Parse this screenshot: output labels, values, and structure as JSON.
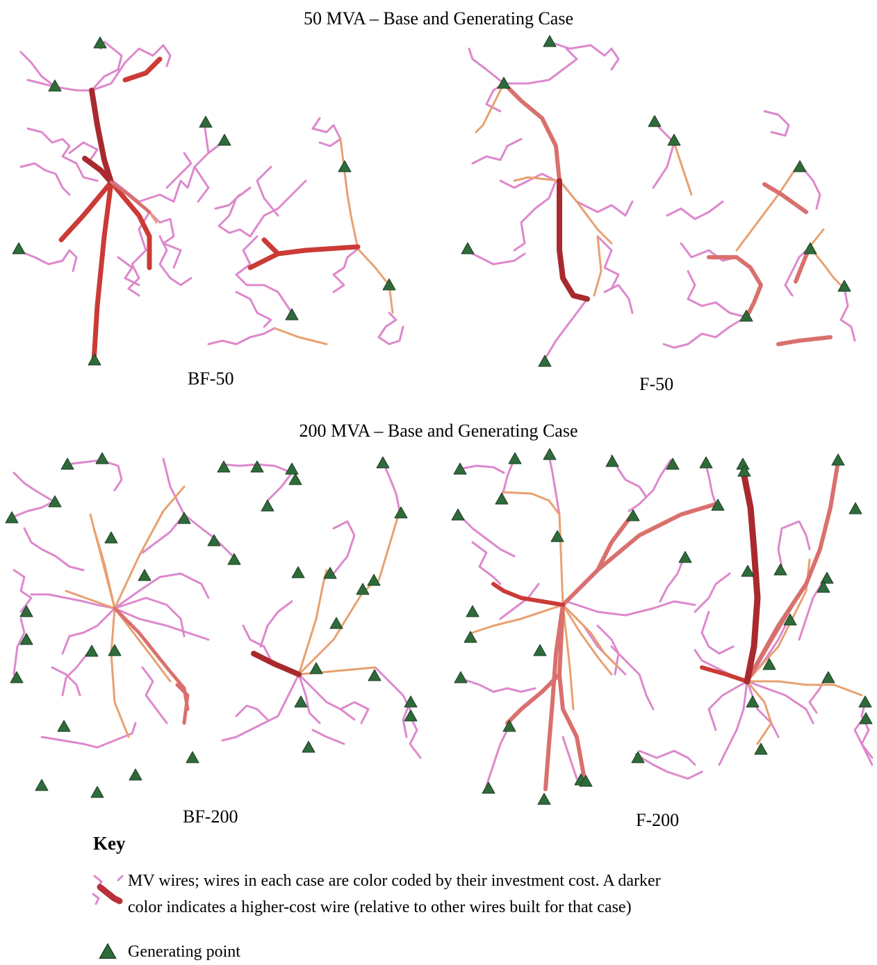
{
  "titles": {
    "top": "50 MVA – Base and Generating Case",
    "bottom": "200 MVA – Base and Generating Case"
  },
  "panels": [
    {
      "id": "bf50",
      "label": "BF-50"
    },
    {
      "id": "f50",
      "label": "F-50"
    },
    {
      "id": "bf200",
      "label": "BF-200"
    },
    {
      "id": "f200",
      "label": "F-200"
    }
  ],
  "key": {
    "title": "Key",
    "wires_line1": "MV wires; wires in each case are color coded by their investment cost. A darker",
    "wires_line2": "color indicates a higher-cost wire (relative to other wires built for that case)",
    "generating_point": "Generating point"
  },
  "colors": {
    "wire_light": "#dd88cc",
    "wire_orange": "#e8a070",
    "wire_medium": "#d9706e",
    "wire_red": "#cc3a36",
    "wire_dark": "#a82a2e",
    "generator_fill": "#2f6b3a"
  }
}
